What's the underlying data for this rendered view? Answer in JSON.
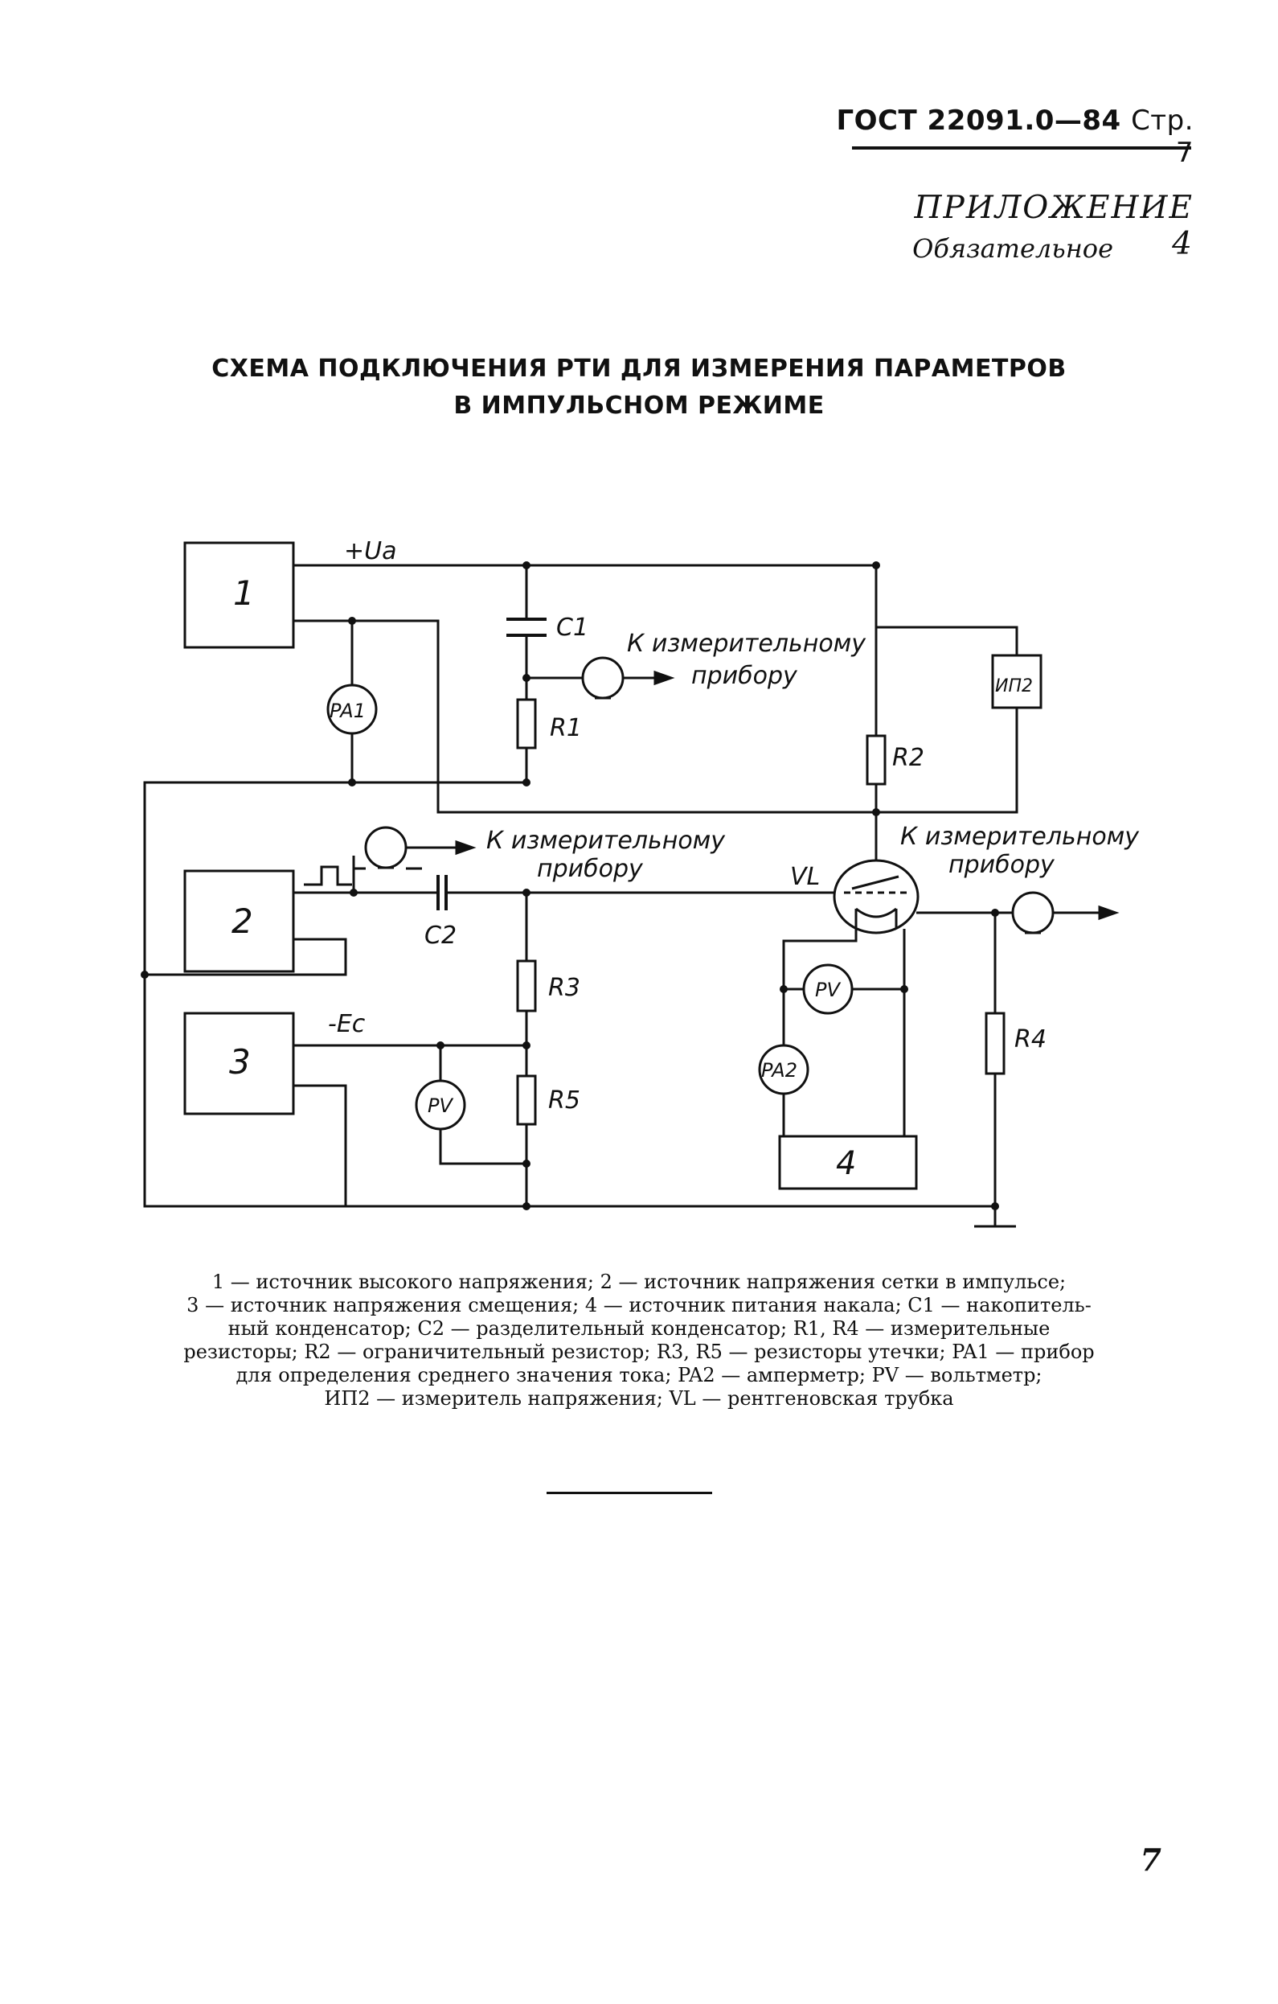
{
  "header": {
    "standard": "ГОСТ 22091.0—84",
    "page_label": "Стр. 7"
  },
  "appendix": {
    "title": "ПРИЛОЖЕНИЕ 4",
    "subtitle": "Обязательное"
  },
  "title": {
    "line1": "СХЕМА ПОДКЛЮЧЕНИЯ РТИ ДЛЯ ИЗМЕРЕНИЯ ПАРАМЕТРОВ",
    "line2": "В ИМПУЛЬСНОМ РЕЖИМЕ"
  },
  "diagram": {
    "supply_label": "+Ua",
    "bias_label": "-Ec",
    "blocks": {
      "b1": "1",
      "b2": "2",
      "b3": "3",
      "b4": "4"
    },
    "capacitors": {
      "c1": "C1",
      "c2": "C2"
    },
    "resistors": {
      "r1": "R1",
      "r2": "R2",
      "r3": "R3",
      "r4": "R4",
      "r5": "R5"
    },
    "meters": {
      "pa1": "PA1",
      "pa2": "PA2",
      "pv_grid": "PV",
      "pv_tube": "PV",
      "ip2": "ИП2"
    },
    "tube": "VL",
    "to_meter_line1": "К измерительному",
    "to_meter_line2": "прибору"
  },
  "caption": {
    "lines": [
      "1 — источник высокого напряжения; 2 — источник напряжения сетки в импульсе;",
      "3 — источник напряжения смещения; 4 — источник питания накала; C1 — накопитель-",
      "ный конденсатор; C2 — разделительный конденсатор; R1, R4 — измерительные",
      "резисторы; R2 — ограничительный резистор; R3, R5 — резисторы утечки; PA1 — прибор",
      "для определения среднего значения тока; PA2 — амперметр; PV — вольтметр;",
      "ИП2 — измеритель напряжения; VL — рентгеновская трубка"
    ]
  },
  "page_number": "7"
}
